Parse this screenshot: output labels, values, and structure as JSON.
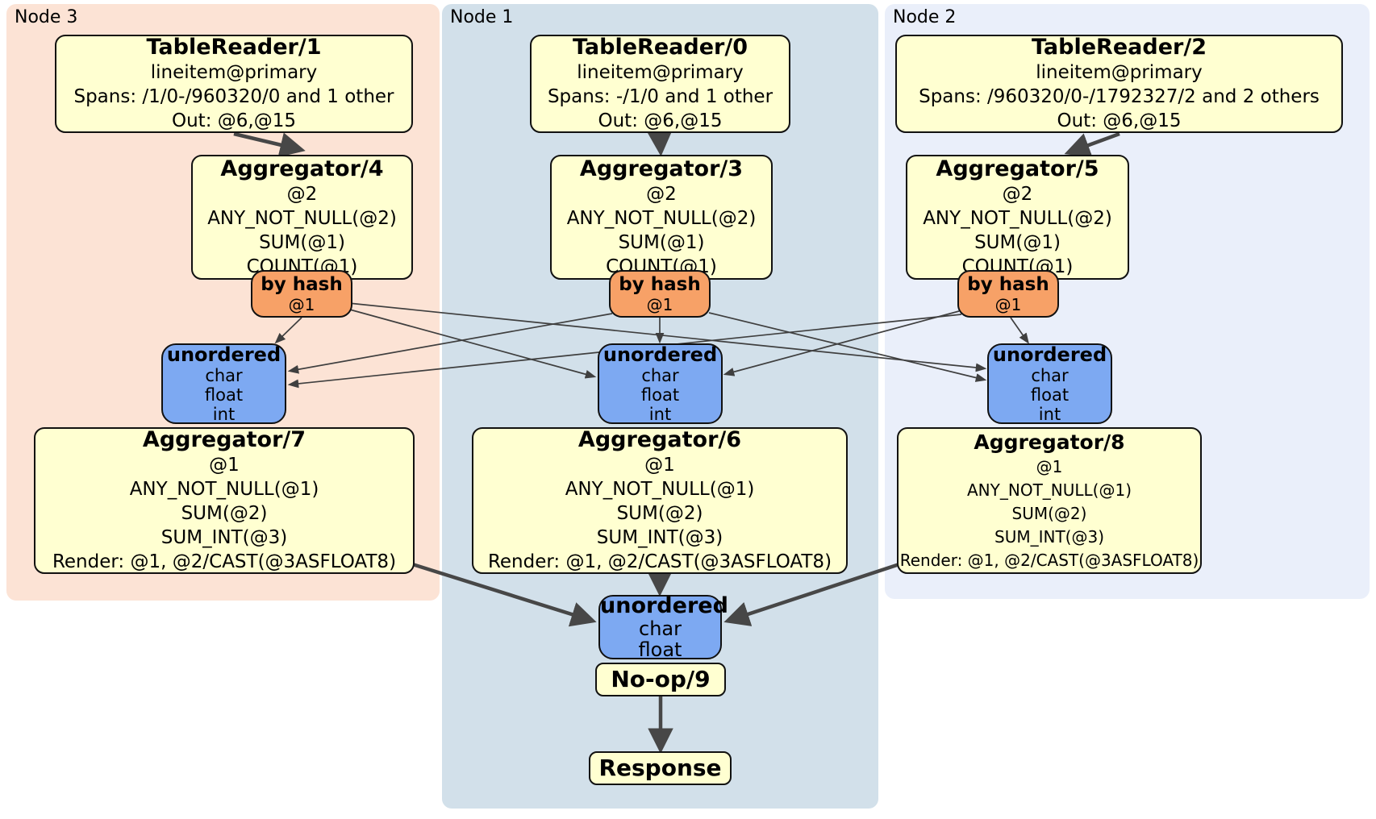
{
  "diagram_title": "DistSQL physical plan",
  "nodes": {
    "node3": {
      "label": "Node 3"
    },
    "node1": {
      "label": "Node 1"
    },
    "node2": {
      "label": "Node 2"
    }
  },
  "boxes": {
    "tr1": {
      "title": "TableReader/1",
      "lines": [
        "lineitem@primary",
        "Spans: /1/0-/960320/0 and 1 other",
        "Out: @6,@15"
      ]
    },
    "tr0": {
      "title": "TableReader/0",
      "lines": [
        "lineitem@primary",
        "Spans: -/1/0 and 1 other",
        "Out: @6,@15"
      ]
    },
    "tr2": {
      "title": "TableReader/2",
      "lines": [
        "lineitem@primary",
        "Spans: /960320/0-/1792327/2 and 2 others",
        "Out: @6,@15"
      ]
    },
    "agg4": {
      "title": "Aggregator/4",
      "lines": [
        "@2",
        "ANY_NOT_NULL(@2)",
        "SUM(@1)",
        "COUNT(@1)"
      ]
    },
    "agg3": {
      "title": "Aggregator/3",
      "lines": [
        "@2",
        "ANY_NOT_NULL(@2)",
        "SUM(@1)",
        "COUNT(@1)"
      ]
    },
    "agg5": {
      "title": "Aggregator/5",
      "lines": [
        "@2",
        "ANY_NOT_NULL(@2)",
        "SUM(@1)",
        "COUNT(@1)"
      ]
    },
    "hash3": {
      "title": "by hash",
      "lines": [
        "@1"
      ]
    },
    "hash1": {
      "title": "by hash",
      "lines": [
        "@1"
      ]
    },
    "hash2": {
      "title": "by hash",
      "lines": [
        "@1"
      ]
    },
    "un3": {
      "title": "unordered",
      "lines": [
        "char",
        "float",
        "int"
      ]
    },
    "un1": {
      "title": "unordered",
      "lines": [
        "char",
        "float",
        "int"
      ]
    },
    "un2": {
      "title": "unordered",
      "lines": [
        "char",
        "float",
        "int"
      ]
    },
    "agg7": {
      "title": "Aggregator/7",
      "lines": [
        "@1",
        "ANY_NOT_NULL(@1)",
        "SUM(@2)",
        "SUM_INT(@3)",
        "Render: @1, @2/CAST(@3ASFLOAT8)"
      ]
    },
    "agg6": {
      "title": "Aggregator/6",
      "lines": [
        "@1",
        "ANY_NOT_NULL(@1)",
        "SUM(@2)",
        "SUM_INT(@3)",
        "Render: @1, @2/CAST(@3ASFLOAT8)"
      ]
    },
    "agg8": {
      "title": "Aggregator/8",
      "lines": [
        "@1",
        "ANY_NOT_NULL(@1)",
        "SUM(@2)",
        "SUM_INT(@3)",
        "Render: @1, @2/CAST(@3ASFLOAT8)"
      ]
    },
    "unb": {
      "title": "unordered",
      "lines": [
        "char",
        "float"
      ]
    },
    "noop": {
      "title": "No-op/9"
    },
    "resp": {
      "title": "Response"
    }
  },
  "colors": {
    "processor_fill": "#ffffd1",
    "router_fill": "#f7a167",
    "sync_fill": "#7da9f2",
    "node3_bg": "#fce3d5",
    "node1_bg": "#d2e0ea",
    "node2_bg": "#eaeffa",
    "edge": "#474747"
  }
}
